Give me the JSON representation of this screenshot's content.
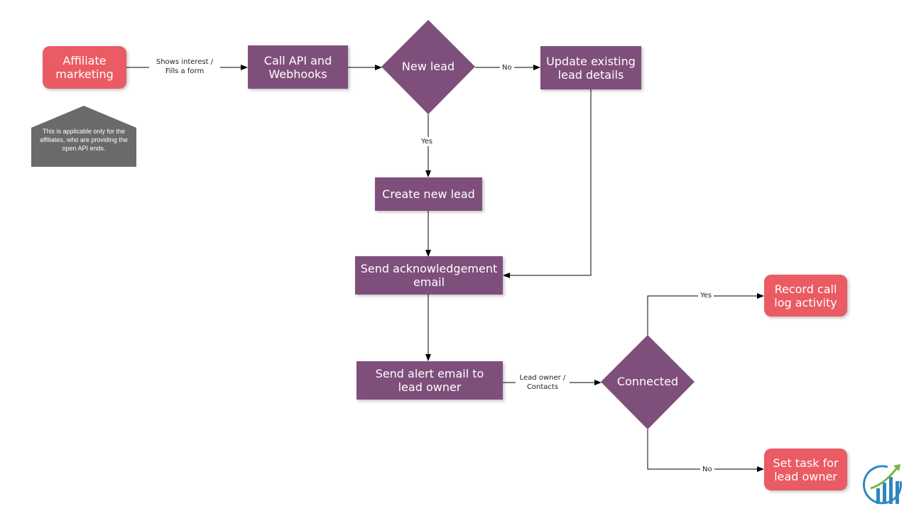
{
  "nodes": {
    "affiliate": "Affiliate marketing",
    "call_api": "Call API and Webhooks",
    "new_lead": "New lead",
    "update_existing": "Update existing lead details",
    "create_new": "Create new lead",
    "send_ack": "Send acknowledgement email",
    "send_alert": "Send alert email to lead owner",
    "connected": "Connected",
    "record_call": "Record call log activity",
    "set_task": "Set task for lead owner"
  },
  "edges": {
    "shows_interest": "Shows interest / Fills a form",
    "no_new_lead": "No",
    "yes_new_lead": "Yes",
    "lead_owner_contacts": "Lead owner / Contacts",
    "yes_connected": "Yes",
    "no_connected": "No"
  },
  "note": "This is applicable only for the affiliates, who are providing the open API ends.",
  "colors": {
    "process": "#7f4f7b",
    "terminal": "#ea5b63",
    "note": "#6a6a6a",
    "connector": "#000000",
    "logo_blue": "#2e86c1",
    "logo_green": "#7cb342"
  },
  "icons": {
    "logo": "bar-chart-growth-logo-icon"
  }
}
